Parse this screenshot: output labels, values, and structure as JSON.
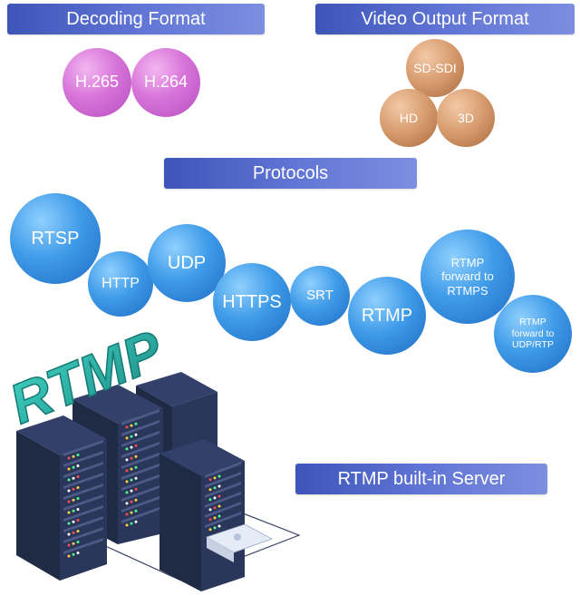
{
  "banners": {
    "decoding": "Decoding Format",
    "video_output": "Video Output Format",
    "protocols": "Protocols",
    "rtmp_server": "RTMP built-in Server"
  },
  "decoding_formats": [
    "H.265",
    "H.264"
  ],
  "video_output_formats": [
    "SD-SDI",
    "HD",
    "3D"
  ],
  "protocols": [
    "RTSP",
    "HTTP",
    "UDP",
    "HTTPS",
    "SRT",
    "RTMP",
    "RTMP\nforward to\nRTMPS",
    "RTMP\nforward to\nUDP/RTP"
  ],
  "illustration": {
    "logo_text": "RTMP"
  },
  "colors": {
    "banner": "#4a60c4",
    "decoding_bubble": "#d774d9",
    "output_bubble": "#d69a6c",
    "protocol_bubble": "#3f9be8",
    "server_body": "#1f2a44",
    "logo": "#2fb8a8"
  }
}
